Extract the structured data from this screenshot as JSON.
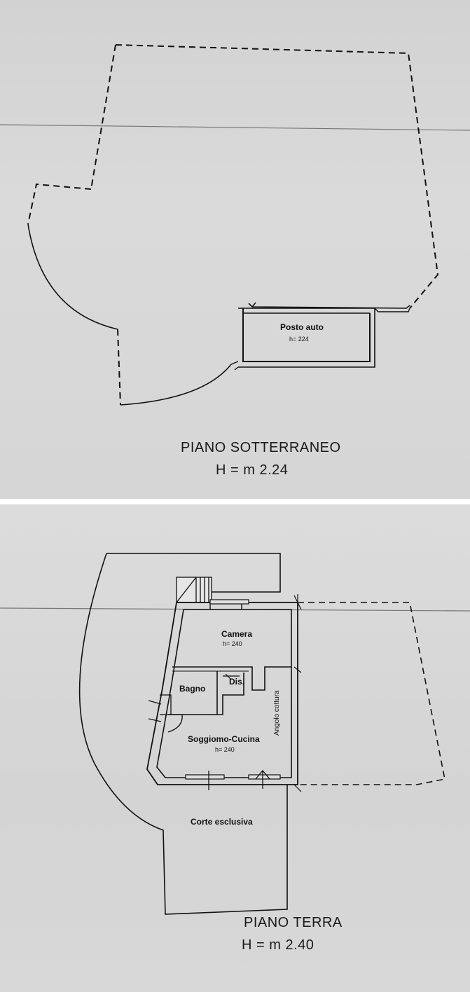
{
  "basement": {
    "title": "PIANO SOTTERRANEO",
    "height": "H = m 2.24",
    "rooms": [
      {
        "name": "Posto auto",
        "height": "h= 224"
      }
    ]
  },
  "ground_floor": {
    "title": "PIANO TERRA",
    "height": "H = m 2.40",
    "rooms": [
      {
        "name": "Camera",
        "height": "h= 240"
      },
      {
        "name": "Bagno",
        "height": ""
      },
      {
        "name": "Dis.",
        "height": ""
      },
      {
        "name": "Soggiomo-Cucina",
        "height": "h= 240"
      },
      {
        "name": "Corte esclusiva",
        "height": ""
      }
    ],
    "annotation": "Angolo cottura"
  }
}
